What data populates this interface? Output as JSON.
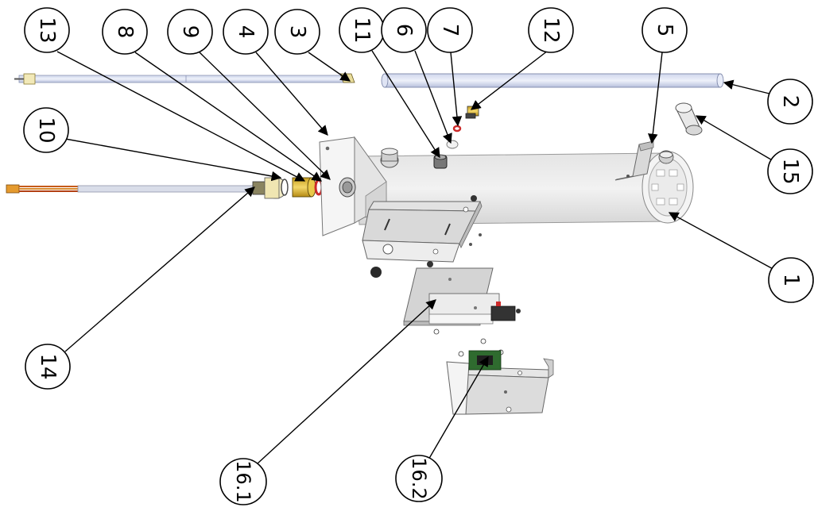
{
  "diagram": {
    "callouts": [
      {
        "id": "c13",
        "label": "13"
      },
      {
        "id": "c8",
        "label": "8"
      },
      {
        "id": "c9",
        "label": "9"
      },
      {
        "id": "c4",
        "label": "4"
      },
      {
        "id": "c3",
        "label": "3"
      },
      {
        "id": "c11",
        "label": "11"
      },
      {
        "id": "c6",
        "label": "6"
      },
      {
        "id": "c7",
        "label": "7"
      },
      {
        "id": "c12",
        "label": "12"
      },
      {
        "id": "c5",
        "label": "5"
      },
      {
        "id": "c10",
        "label": "10"
      },
      {
        "id": "c2",
        "label": "2"
      },
      {
        "id": "c15",
        "label": "15"
      },
      {
        "id": "c1",
        "label": "1"
      },
      {
        "id": "c14",
        "label": "14"
      },
      {
        "id": "c16_1",
        "label": "16.1"
      },
      {
        "id": "c16_2",
        "label": "16.2"
      }
    ]
  }
}
